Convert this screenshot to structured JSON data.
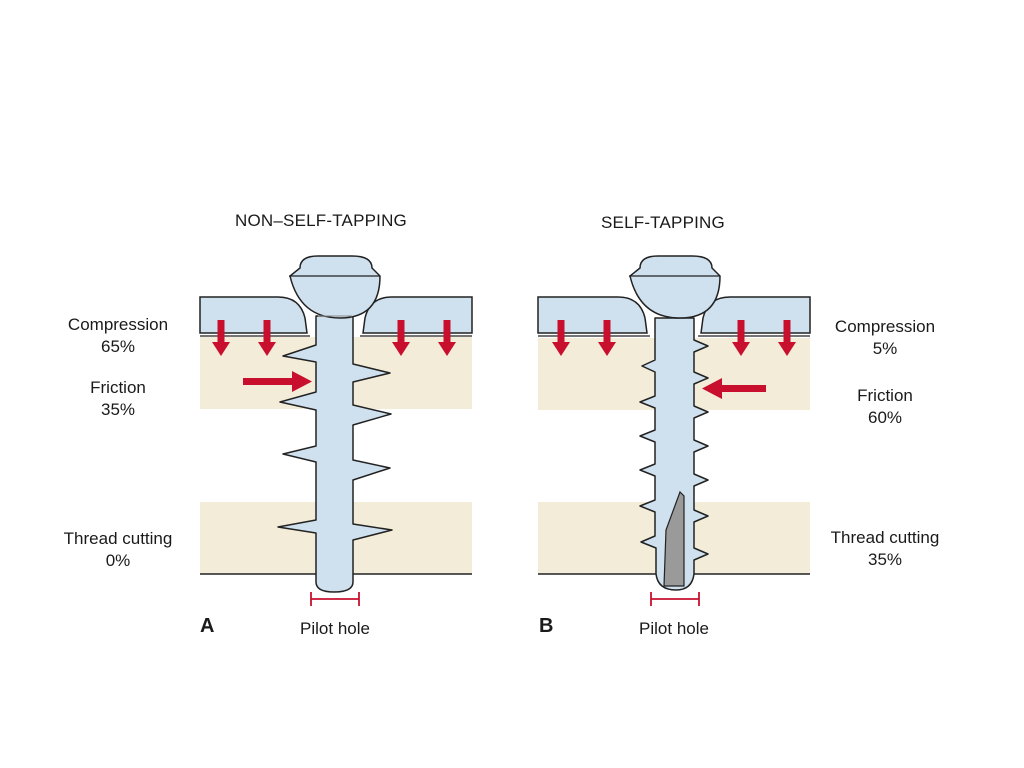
{
  "panel_a": {
    "title": "NON–SELF-TAPPING",
    "letter": "A",
    "compression_label": "Compression",
    "compression_value": "65%",
    "friction_label": "Friction",
    "friction_value": "35%",
    "thread_cutting_label": "Thread cutting",
    "thread_cutting_value": "0%",
    "pilot_hole_label": "Pilot hole"
  },
  "panel_b": {
    "title": "SELF-TAPPING",
    "letter": "B",
    "compression_label": "Compression",
    "compression_value": "5%",
    "friction_label": "Friction",
    "friction_value": "60%",
    "thread_cutting_label": "Thread cutting",
    "thread_cutting_value": "35%",
    "pilot_hole_label": "Pilot hole"
  },
  "colors": {
    "plate": "#cfe0ee",
    "bone": "#f2ecd9",
    "screw": "#cfe0ee",
    "arrow": "#c8102e",
    "flute": "#9a9a9a"
  }
}
